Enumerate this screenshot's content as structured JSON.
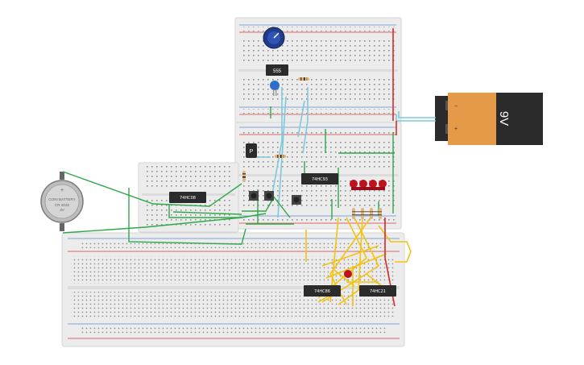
{
  "components": {
    "timer_chip": {
      "label": "555"
    },
    "chip_a": {
      "label": "74HC08"
    },
    "chip_b": {
      "label": "74HC93"
    },
    "chip_c": {
      "label": "74HC86"
    },
    "chip_d": {
      "label": "74HC21"
    },
    "battery_9v": {
      "label": "9V",
      "plus": "+",
      "minus": "−"
    },
    "coin_battery": {
      "line1": "COIN BATTERY",
      "line2": "CR 2032",
      "line3": "3V",
      "plus": "+"
    },
    "transistor": {
      "label": "P"
    }
  },
  "colors": {
    "breadboard": "#e9e9e9",
    "rail_red": "#d63a3a",
    "rail_blue": "#5a8fd1",
    "wire_green": "#2fa84a",
    "wire_yellow": "#f2c313",
    "wire_cyan": "#7ec9dc",
    "wire_red": "#d92a2a",
    "battery_orange": "#e59a48",
    "battery_black": "#2b2b2b",
    "led_red": "#c0121e",
    "pot_blue": "#1f3d8a"
  }
}
